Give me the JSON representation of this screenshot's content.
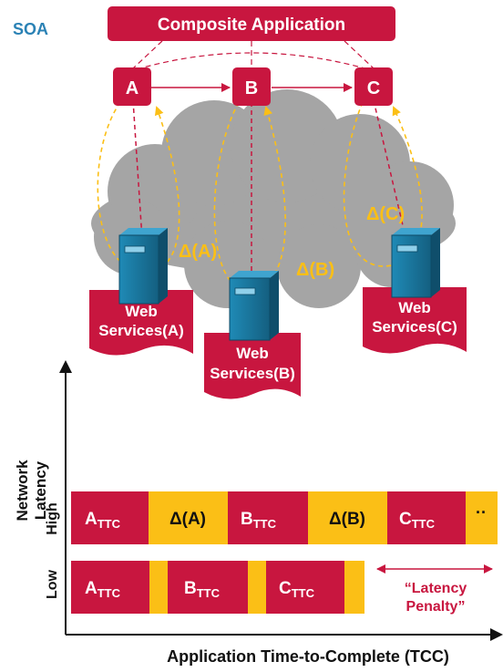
{
  "header": {
    "soa_label": "SOA",
    "composite_label": "Composite Application"
  },
  "nodes": {
    "a": "A",
    "b": "B",
    "c": "C"
  },
  "deltas": {
    "a": "Δ(A)",
    "b": "Δ(B)",
    "c": "Δ(C)"
  },
  "services": {
    "a": {
      "line1": "Web",
      "line2": "Services(A)"
    },
    "b": {
      "line1": "Web",
      "line2": "Services(B)"
    },
    "c": {
      "line1": "Web",
      "line2": "Services(C)"
    }
  },
  "chart": {
    "y_label_line1": "Network",
    "y_label_line2": "Latency",
    "x_label": "Application Time-to-Complete (TCC)",
    "high_label": "High",
    "low_label": "Low",
    "ttc_subscript": "TTC",
    "high_segments": {
      "a": "A",
      "delta_a": "Δ(A)",
      "b": "B",
      "delta_b": "Δ(B)",
      "c": "C",
      "more": "··"
    },
    "low_segments": {
      "a": "A",
      "b": "B",
      "c": "C"
    },
    "penalty_line1": "“Latency",
    "penalty_line2": "Penalty”"
  },
  "colors": {
    "crimson": "#c8163f",
    "yellow": "#fbbf16",
    "cloud": "#a5a5a5",
    "server": "#1d7fa8",
    "soa_blue": "#2b82b5"
  }
}
